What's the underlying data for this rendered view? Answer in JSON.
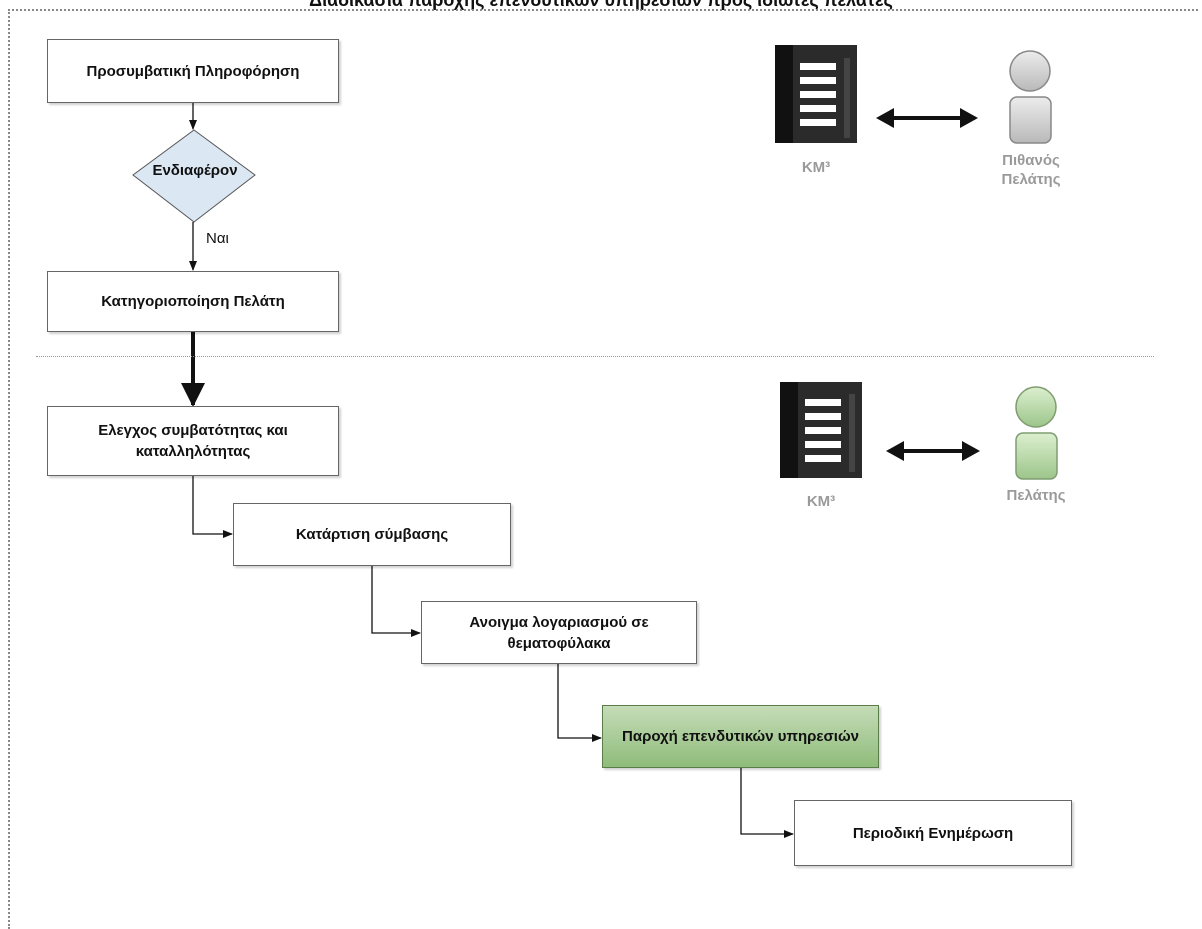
{
  "title": "Διαδικασία παροχής επενδυτικών υπηρεσιών προς ιδιώτες πελάτες",
  "colors": {
    "decision_fill": "#dbe7f3",
    "highlight_fill": "#8fbc7a",
    "active_customer": "#b7d7a8",
    "potential_customer": "#cfcfcf"
  },
  "steps": {
    "info": "Προσυμβατική Πληροφόρηση",
    "decision": "Ενδιαφέρον",
    "decision_yes": "Ναι",
    "categorize": "Κατηγοριοποίηση Πελάτη",
    "suitability": "Ελεγχος συμβατότητας και καταλληλότητας",
    "contract": "Κατάρτιση σύμβασης",
    "account": "Ανοιγμα λογαριασμού σε θεματοφύλακα",
    "services": "Παροχή επενδυτικών υπηρεσιών",
    "update": "Περιοδική Ενημέρωση"
  },
  "roles": {
    "firm_top": "ΚΜ³",
    "potential_client": "Πιθανός Πελάτης",
    "firm_bottom": "ΚΜ³",
    "client": "Πελάτης"
  },
  "icons": [
    "building-icon",
    "person-icon",
    "double-arrow-icon"
  ]
}
